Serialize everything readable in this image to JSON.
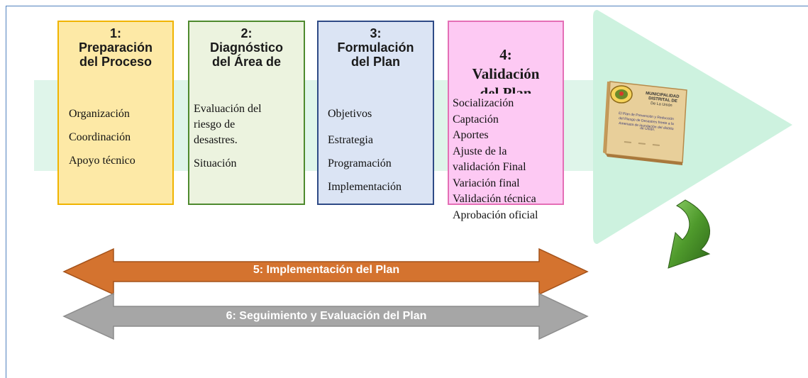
{
  "steps": [
    {
      "title": [
        "1:",
        "Preparación",
        "del Proceso"
      ],
      "items": [
        "Organización",
        "Coordinación",
        "Apoyo técnico"
      ]
    },
    {
      "title": [
        "2:",
        "Diagnóstico",
        "del Área de"
      ],
      "items": [
        "Evaluación del",
        "riesgo de",
        "desastres.",
        "Situación"
      ]
    },
    {
      "title": [
        "3:",
        "Formulación",
        "del Plan"
      ],
      "items": [
        "Objetivos",
        "Estrategia",
        "Programación",
        "Implementación"
      ]
    },
    {
      "title": [
        "4:",
        "Validación",
        "del Plan"
      ],
      "items": [
        "Socialización",
        "Captación",
        "Aportes",
        "Ajuste de la",
        "validación Final",
        "Variación final",
        "Validación técnica",
        "Aprobación oficial"
      ]
    }
  ],
  "phases": {
    "implementation": "5: Implementación del Plan",
    "monitoring": "6: Seguimiento y Evaluación del Plan"
  },
  "book": {
    "header": [
      "MUNICIPALIDAD",
      "DISTRITAL DE",
      "De La Unión"
    ],
    "text": [
      "El Plan de Prevención y Reducción",
      "del Riesgo de Desastres frente a la",
      "Amenaza de inundación del distrito",
      "de Unión."
    ]
  },
  "colors": {
    "step1_fill": "#fde9a6",
    "step1_border": "#f0b400",
    "step2_fill": "#ecf3df",
    "step2_border": "#4e8a2e",
    "step3_fill": "#dbe4f4",
    "step3_border": "#2e4a86",
    "step4_fill": "#fdc9f3",
    "step4_border": "#e46fb6",
    "implementation_arrow": "#d4732f",
    "monitoring_arrow": "#a6a6a6",
    "big_arrow": "#cdf2df",
    "curved_arrow": "#4f9a2c"
  },
  "icons": [
    "big-chevron-arrow-icon",
    "curved-down-arrow-icon",
    "plan-book-icon",
    "municipal-seal-icon"
  ]
}
